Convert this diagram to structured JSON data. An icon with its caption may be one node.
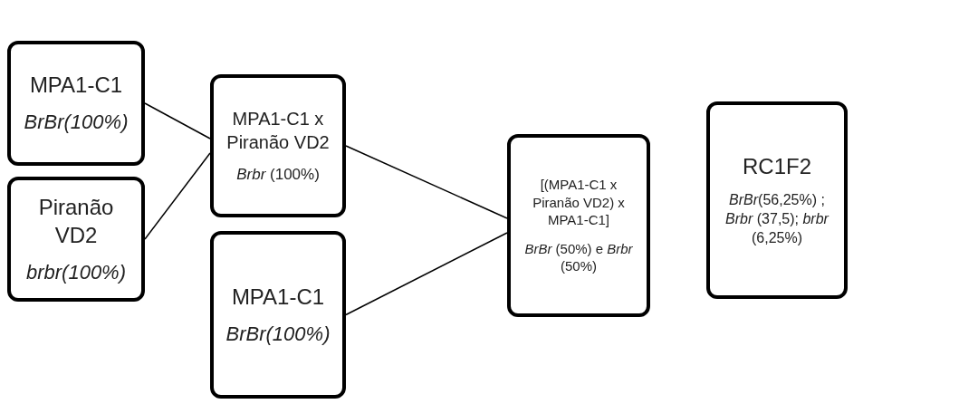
{
  "diagram": {
    "nodes": [
      {
        "text": [
          "MPA1-C1",
          "*BrBr(100%)*"
        ]
      },
      {
        "text": [
          "Piranão VD2",
          "*brbr(100%)*"
        ]
      },
      {
        "text": [
          "MPA1-C1 x Piranão VD2",
          "*Brbr* (100%)"
        ]
      },
      {
        "text": [
          "MPA1-C1",
          "*BrBr(100%)*"
        ]
      },
      {
        "text": [
          "[(MPA1-C1 x Piranão VD2) x MPA1-C1]",
          "*BrBr* (50%) e *Brbr* (50%)"
        ]
      },
      {
        "text": [
          "RC1F2",
          "*BrBr*(56,25%) ; *Brbr* (37,5); *brbr* (6,25%)"
        ]
      }
    ],
    "edges": [
      {
        "from": 0,
        "to": 2,
        "arrow": "none"
      },
      {
        "from": 1,
        "to": 2,
        "arrow": "none"
      },
      {
        "from": 2,
        "to": 4,
        "arrow": "none"
      },
      {
        "from": 3,
        "to": 4,
        "arrow": "none"
      }
    ]
  }
}
